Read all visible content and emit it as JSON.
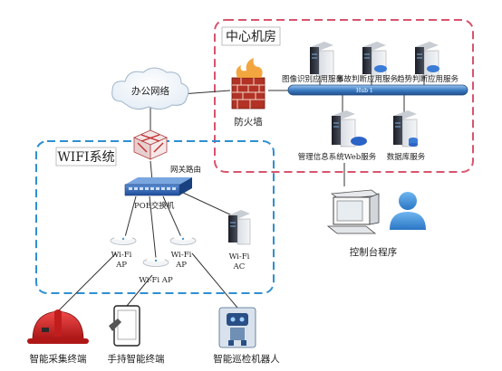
{
  "zones": {
    "datacenter": {
      "title": "中心机房",
      "color": "#d8546e"
    },
    "wifi": {
      "title": "WIFI系统",
      "color": "#2e8fd0"
    }
  },
  "network": {
    "cloud_label": "办公网络",
    "firewall_label": "防火墙",
    "router_label": "网关路由",
    "poe_switch_label": "POE交换机",
    "hub_label": "Hub 1"
  },
  "servers": [
    {
      "label": "图像识别应用服务"
    },
    {
      "label": "事故判断应用服务"
    },
    {
      "label": "趋势判断应用服务"
    },
    {
      "label": "管理信息系统Web服务"
    },
    {
      "label": "数据库服务"
    }
  ],
  "access_points": [
    {
      "line1": "Wi-Fi",
      "line2": "AP"
    },
    {
      "line1": "Wi-Fi",
      "line2": "AP"
    },
    {
      "line1": "Wi-Fi AP",
      "line2": ""
    }
  ],
  "wifi_ac": {
    "line1": "Wi-Fi",
    "line2": "AC"
  },
  "console_label": "控制台程序",
  "terminals": [
    {
      "label": "智能采集终端",
      "icon": "hard-hat-icon"
    },
    {
      "label": "手持智能终端",
      "icon": "tablet-icon"
    },
    {
      "label": "智能巡检机器人",
      "icon": "robot-icon"
    }
  ],
  "colors": {
    "link": "#333333",
    "hub": "#4b86c8",
    "firewall": "#c0392b",
    "switch": "#2f5fa8",
    "helmet": "#d62828",
    "user": "#3a8fd6"
  }
}
